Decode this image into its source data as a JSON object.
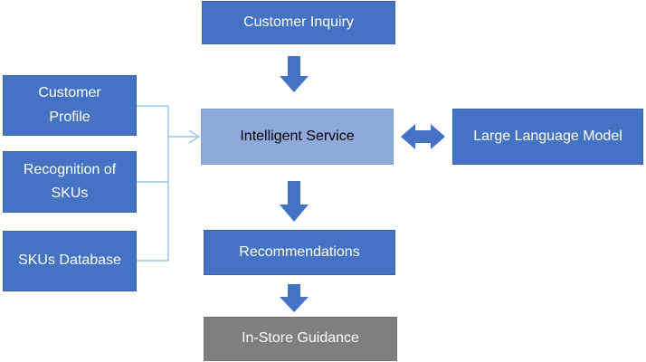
{
  "nodes": {
    "customer_inquiry": "Customer Inquiry",
    "customer_profile": "Customer\nProfile",
    "recognition_skus": "Recognition of\nSKUs",
    "skus_database": "SKUs Database",
    "intelligent_service": "Intelligent Service",
    "large_language_model": "Large Language Model",
    "recommendations": "Recommendations",
    "in_store_guidance": "In-Store Guidance"
  },
  "colors": {
    "box_blue": "#4472c4",
    "box_light": "#8eaadb",
    "box_gray": "#7f7f7f",
    "connector": "#9dc3e6"
  }
}
